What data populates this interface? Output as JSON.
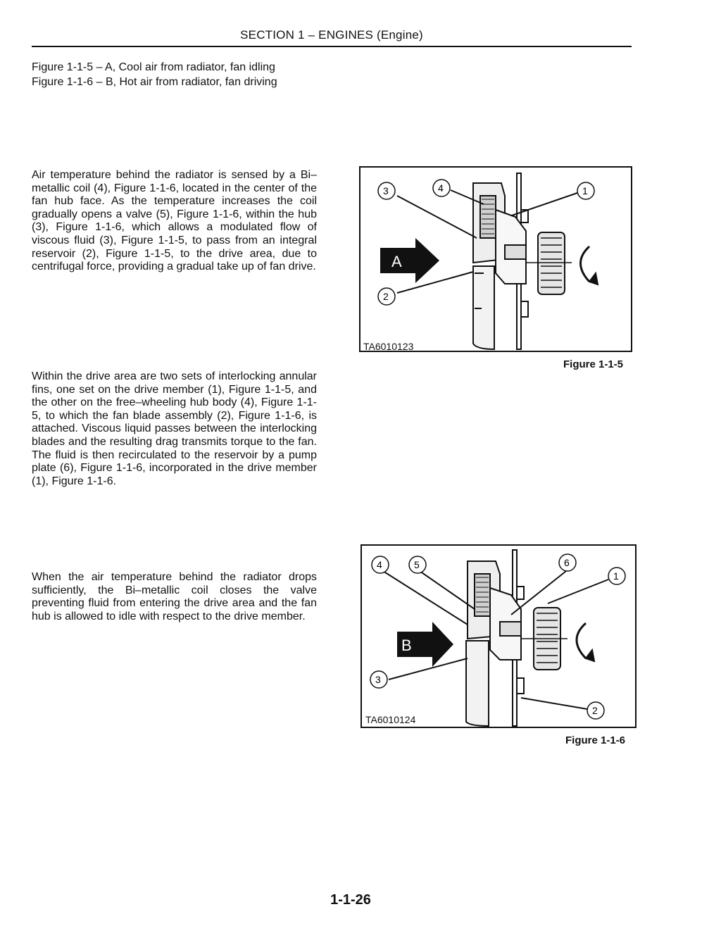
{
  "header": {
    "section_title": "SECTION 1 – ENGINES (Engine)"
  },
  "captions": [
    "Figure 1-1-5 – A, Cool air from radiator, fan idling",
    "Figure 1-1-6 – B, Hot air from radiator, fan driving"
  ],
  "paragraphs": [
    "Air temperature behind the radiator is sensed by a Bi–metallic coil (4), Figure 1-1-6, located in the center of the fan hub face. As the temperature increases the coil gradually opens a valve (5), Figure 1-1-6, within the hub (3), Figure 1-1-6, which allows a modulated flow of viscous fluid (3), Figure 1-1-5, to pass from an integral reservoir (2), Figure 1-1-5, to the drive area, due to centrifugal force, providing a gradual take up of fan drive.",
    "Within the drive area are two sets of interlocking annular fins, one set on the drive member (1), Figure 1-1-5, and the other on the free–wheeling hub body (4), Figure 1-1-5, to which the fan blade assembly (2), Figure 1-1-6, is attached. Viscous liquid passes between the interlocking blades and the resulting drag transmits torque to the fan. The fluid is then recirculated to the reservoir by a pump plate (6), Figure 1-1-6, incorporated in the drive member (1), Figure 1-1-6.",
    "When the air temperature behind the radiator drops sufficiently, the Bi–metallic coil closes the valve preventing fluid from entering the drive area and the fan hub is allowed to idle with respect to the drive member."
  ],
  "figure1": {
    "label": "Figure 1-1-5",
    "code": "TA6010123",
    "arrow_letter": "A",
    "callouts": [
      "3",
      "4",
      "1",
      "2"
    ]
  },
  "figure2": {
    "label": "Figure 1-1-6",
    "code": "TA6010124",
    "arrow_letter": "B",
    "callouts": [
      "4",
      "5",
      "6",
      "1",
      "3",
      "2"
    ]
  },
  "footer": {
    "page_number": "1-1-26"
  }
}
